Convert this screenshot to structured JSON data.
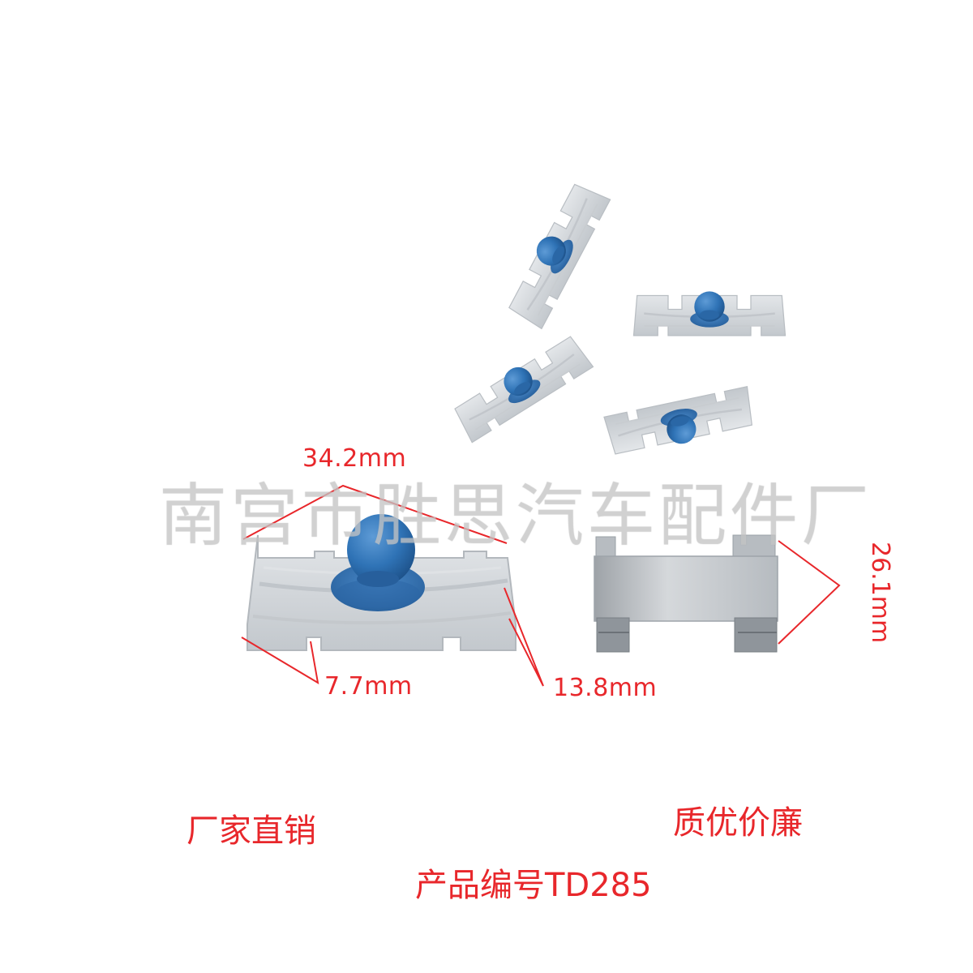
{
  "watermark": "南宫市胜思汽车配件厂",
  "dimensions": {
    "length": "34.2mm",
    "slot": "7.7mm",
    "thickness": "13.8mm",
    "width": "26.1mm"
  },
  "captions": {
    "direct_sales": "厂家直销",
    "quality": "质优价廉",
    "product_code": "产品编号TD285"
  },
  "colors": {
    "annotation": "#e8272b",
    "clip_body": "#d6d9dd",
    "button": "#2f73b6"
  }
}
